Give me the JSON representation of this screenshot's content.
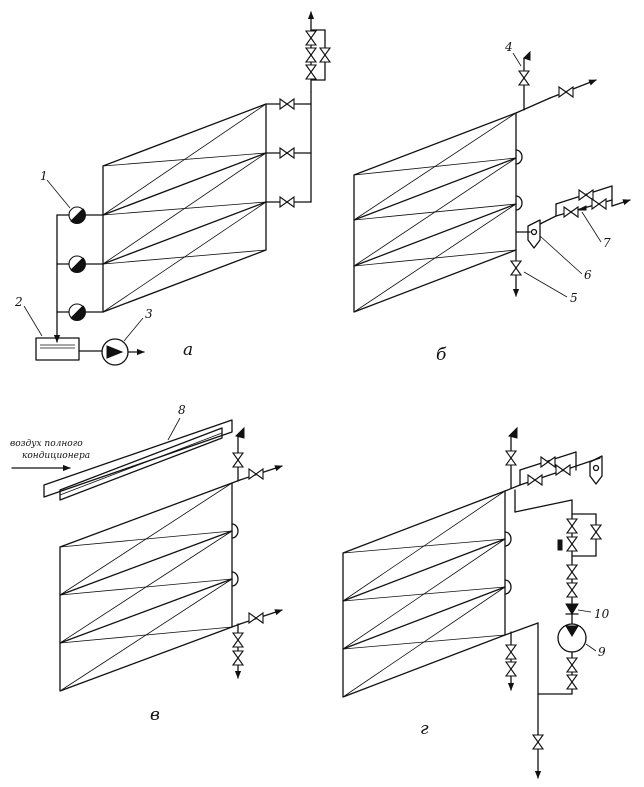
{
  "callouts": {
    "n1": "1",
    "n2": "2",
    "n3": "3",
    "n4": "4",
    "n5": "5",
    "n6": "6",
    "n7": "7",
    "n8": "8",
    "n9": "9",
    "n10": "10"
  },
  "captions": {
    "a": "а",
    "b": "б",
    "v": "в",
    "g": "г"
  },
  "air_note": {
    "line1": "воздух полного",
    "line2": "кондиционера"
  }
}
